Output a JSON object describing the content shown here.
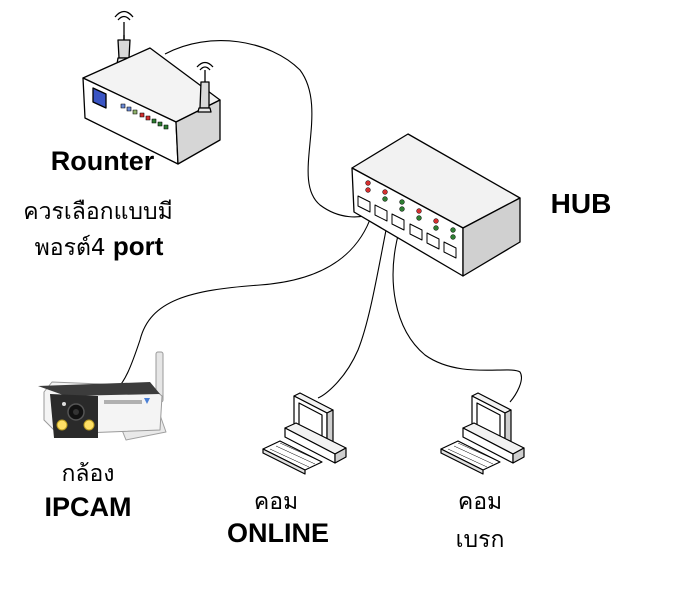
{
  "router": {
    "title": "Rounter",
    "note_line1": "ควรเลือกแบบมี",
    "note_line2_prefix": "พอรต์4",
    "note_line2_suffix": "port"
  },
  "hub": {
    "title": "HUB"
  },
  "ipcam": {
    "caption_line1": "กล้อง",
    "caption_line2": "IPCAM"
  },
  "pc_online": {
    "caption_line1": "คอม",
    "caption_line2": "ONLINE"
  },
  "pc_break": {
    "caption_line1": "คอม",
    "caption_line2": "เบรก"
  },
  "colors": {
    "outline": "#000000",
    "face_light": "#ffffff",
    "face_mid": "#e6e6e6",
    "face_dark": "#c8c8c8",
    "led_red": "#d32f2f",
    "led_green": "#2e7d32",
    "screen_blue": "#3a55c4",
    "camera_light": "#ffe066"
  }
}
